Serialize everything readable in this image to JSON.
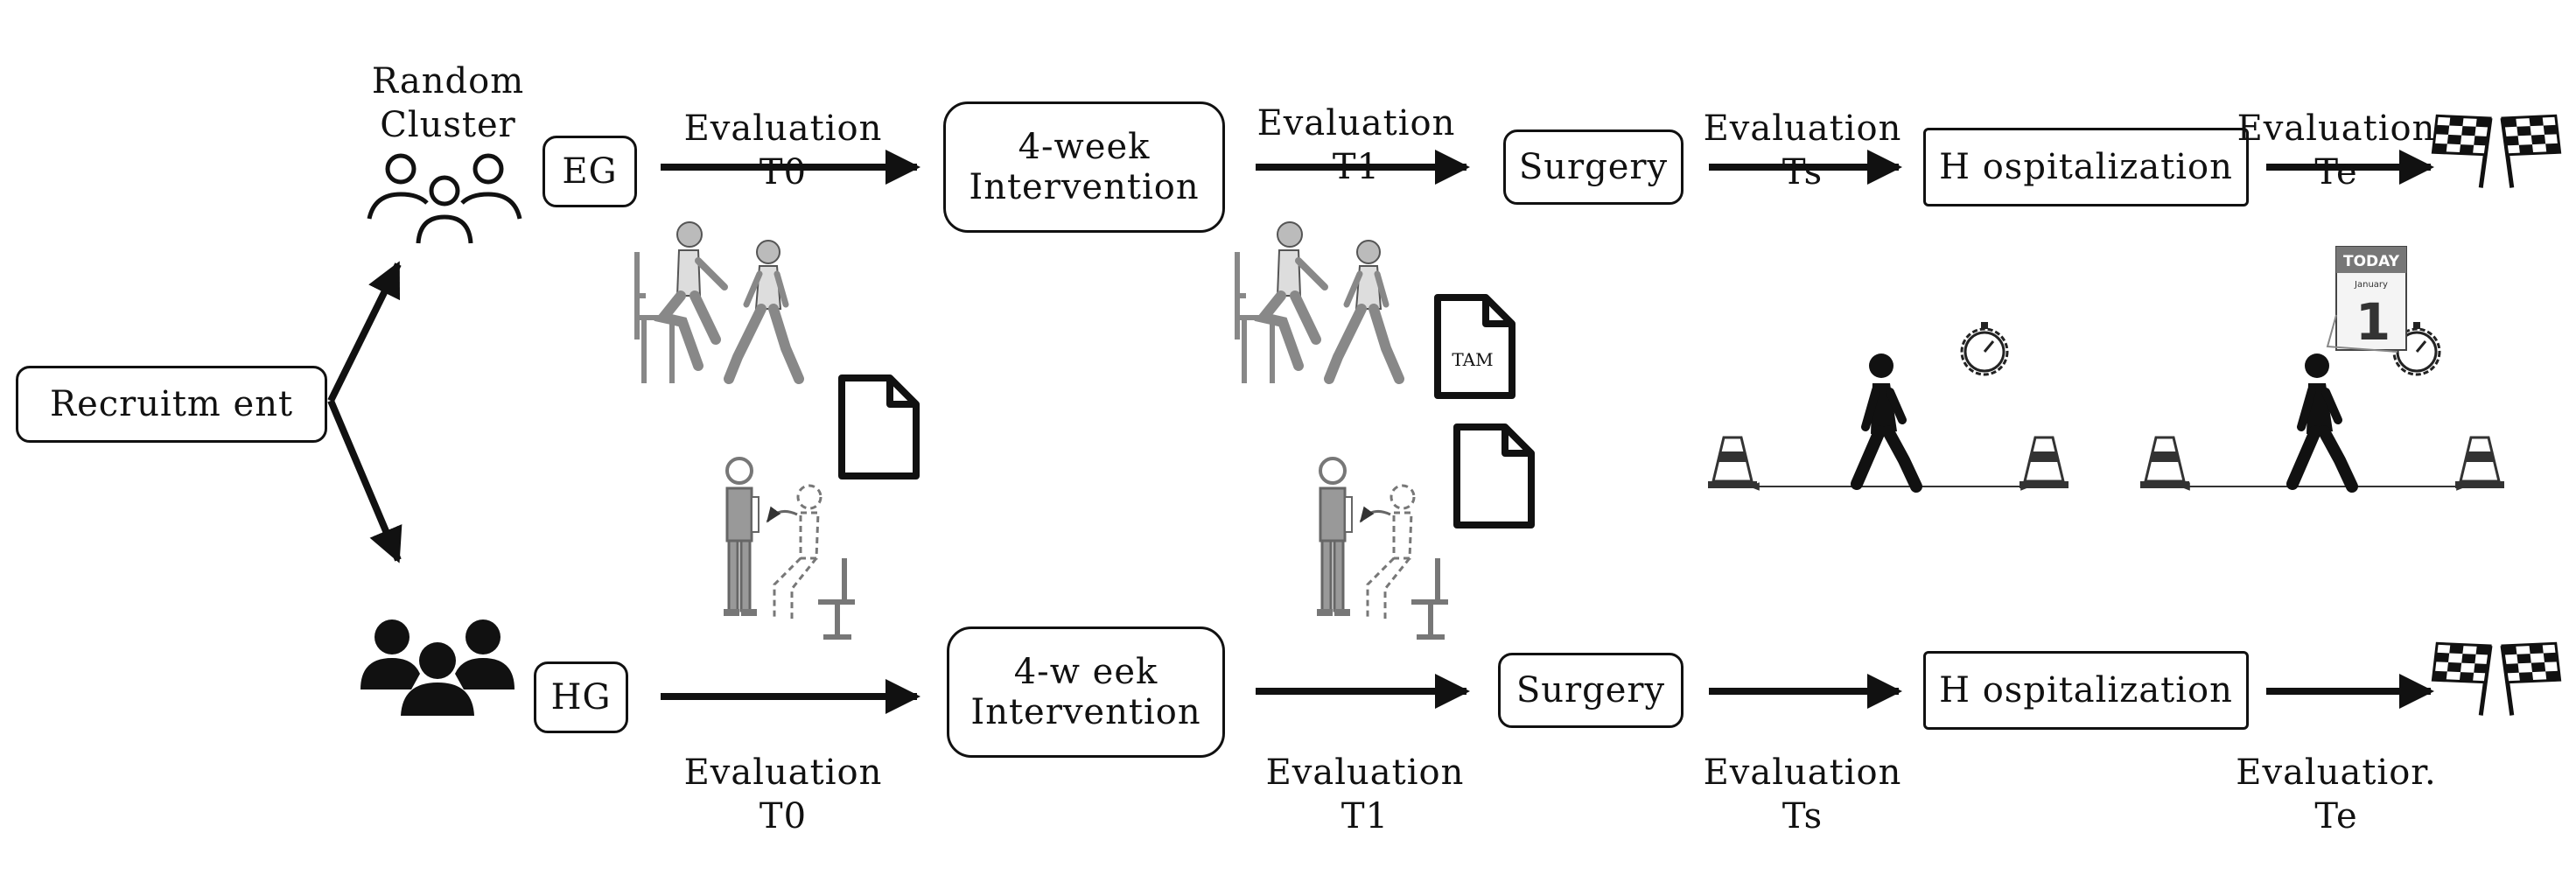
{
  "recruitment": "Recruitm ent",
  "randomization": [
    "Random",
    "Cluster"
  ],
  "groups": {
    "eg": "EG",
    "hg": "HG"
  },
  "intervention": [
    "4-week",
    "Intervention"
  ],
  "intervention_hg": [
    "4-w eek",
    "Intervention"
  ],
  "surgery": "Surgery",
  "hospitalization": "H ospitalization",
  "evaluations": {
    "eg_t0": [
      "Evaluation",
      "T0"
    ],
    "eg_t1": [
      "Evaluation",
      "T1"
    ],
    "eg_ts": [
      "Evaluation",
      "Ts"
    ],
    "eg_te": [
      "Evaluation",
      "Te"
    ],
    "hg_t0": [
      "Evaluation",
      "T0"
    ],
    "hg_t1": [
      "Evaluation",
      "T1"
    ],
    "hg_ts": [
      "Evaluation",
      "Ts"
    ],
    "hg_te": [
      "Evaluatior.",
      "Te"
    ]
  },
  "icons": {
    "tam_document": "TAM",
    "calendar_header": "TODAY",
    "calendar_month": "January",
    "calendar_day": "1"
  }
}
